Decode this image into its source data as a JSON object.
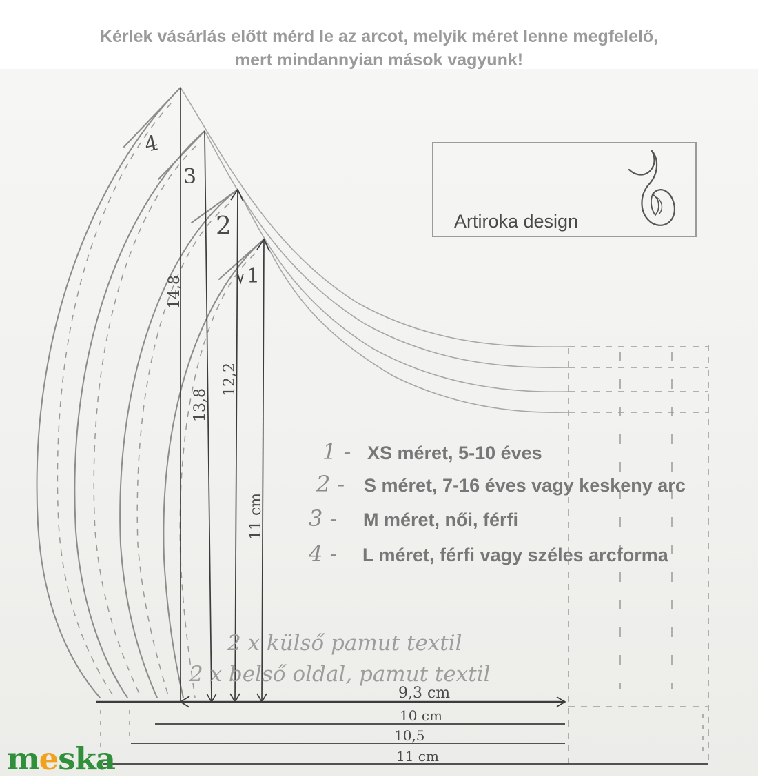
{
  "header": {
    "line1": "Kérlek vásárlás előtt mérd le az arcot, melyik méret lenne megfelelő,",
    "line2": "mert mindannyian mások vagyunk!"
  },
  "brand": {
    "name": "Artiroka design",
    "icon": "fox-logo-icon"
  },
  "size_markers": [
    "4",
    "3",
    "2",
    "1"
  ],
  "heights": [
    {
      "size": "4",
      "label": "14,8"
    },
    {
      "size": "3",
      "label": "13,8"
    },
    {
      "size": "2",
      "label": "12,2"
    },
    {
      "size": "1",
      "label": "11 cm"
    }
  ],
  "legend": [
    {
      "num": "1 -",
      "text": "XS méret, 5-10 éves"
    },
    {
      "num": "2 -",
      "text": "S méret, 7-16 éves vagy keskeny arc"
    },
    {
      "num": "3 -",
      "text": "M méret, női, férfi"
    },
    {
      "num": "4 -",
      "text": "L méret, férfi vagy széles arcforma"
    }
  ],
  "layers": [
    "2 x külső pamut textil",
    "2 x belső oldal, pamut textil"
  ],
  "widths": [
    "9,3 cm",
    "10 cm",
    "10,5",
    "11 cm"
  ],
  "logo": {
    "prefix": "m",
    "accent": "e",
    "suffix": "ska"
  },
  "colors": {
    "logo_green": "#2f8f3a",
    "logo_orange": "#f0a21e"
  }
}
